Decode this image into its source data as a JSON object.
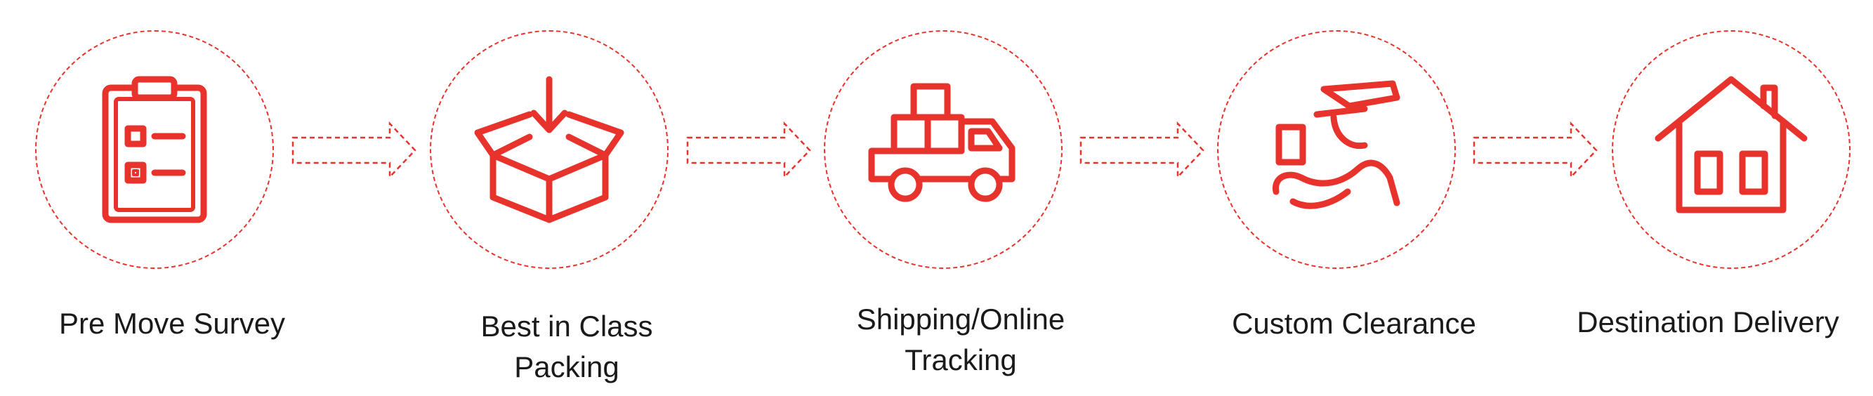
{
  "steps": [
    {
      "id": "survey",
      "label": "Pre Move Survey",
      "icon": "clipboard-icon"
    },
    {
      "id": "packing",
      "label": "Best in Class\nPacking",
      "icon": "open-box-icon"
    },
    {
      "id": "shipping",
      "label": "Shipping/Online\nTracking",
      "icon": "delivery-truck-icon"
    },
    {
      "id": "customs",
      "label": "Custom Clearance",
      "icon": "customs-officer-icon"
    },
    {
      "id": "delivery",
      "label": "Destination Delivery",
      "icon": "house-icon"
    }
  ],
  "colors": {
    "accent": "#e8332d",
    "text": "#1a1a1a",
    "background": "#ffffff"
  }
}
